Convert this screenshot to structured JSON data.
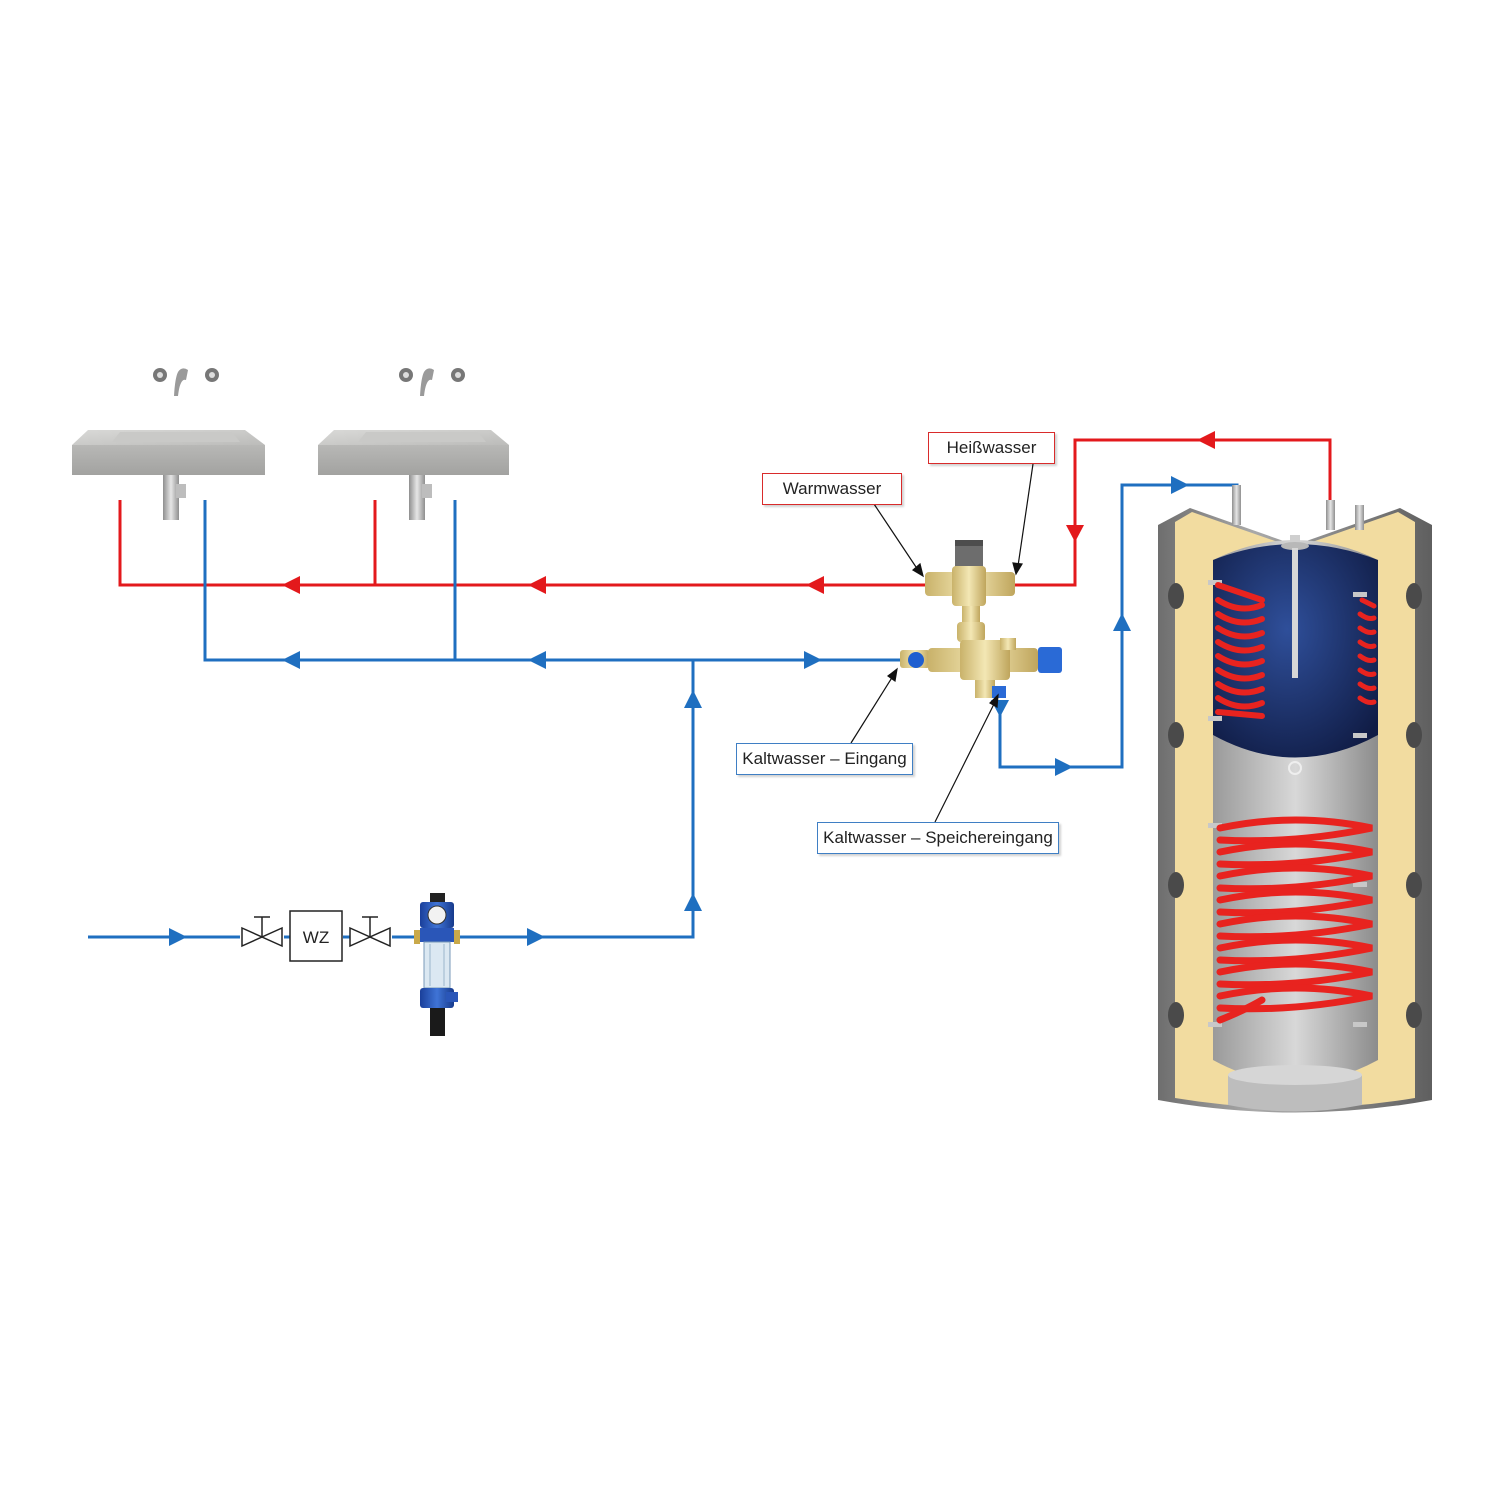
{
  "colors": {
    "hot_pipe": "#e3191c",
    "cold_pipe": "#1f6fc0",
    "label_red": "#d92b2b",
    "label_blue": "#3f7fc4",
    "insulation": "#f2dca0",
    "tank_shell": "#8a8a8a",
    "inner_tank": "#1c2f6b",
    "coil": "#e8231f",
    "brass": "#e2cf8a"
  },
  "labels": {
    "heisswasser": "Heißwasser",
    "warmwasser": "Warmwasser",
    "kaltwasser_eingang": "Kaltwasser – Eingang",
    "kaltwasser_speichereingang": "Kaltwasser – Speichereingang",
    "water_meter": "WZ"
  },
  "icons": {
    "sinks": "concrete-washbasin-icon",
    "faucet": "wall-faucet-icon",
    "valve": "shutoff-valve-icon",
    "filter": "water-filter-icon",
    "mixer": "thermostatic-mixing-valve-icon",
    "tank": "hygiene-storage-tank-icon"
  }
}
